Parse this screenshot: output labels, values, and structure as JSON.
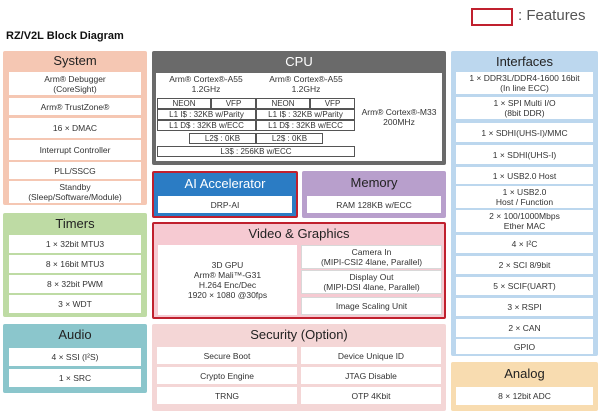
{
  "title": "RZ/V2L Block Diagram",
  "legend": {
    "label": ": Features",
    "color": "#c0202e"
  },
  "colors": {
    "system": "#f5c7b3",
    "timers": "#bedba4",
    "audio": "#8bc6cc",
    "cpu": "#6a6a6a",
    "ai": "#2b7cc4",
    "memory": "#b89fcc",
    "video": "#f6cad2",
    "security": "#f4d6d6",
    "interfaces": "#bcd7ee",
    "analog": "#f8dcb0"
  },
  "system": {
    "title": "System",
    "items": [
      [
        "Arm® Debugger",
        "(CoreSight)"
      ],
      [
        "Arm® TrustZone®"
      ],
      [
        "16 × DMAC"
      ],
      [
        "Interrupt Controller"
      ],
      [
        "PLL/SSCG"
      ],
      [
        "Standby",
        "(Sleep/Software/Module)"
      ]
    ]
  },
  "timers": {
    "title": "Timers",
    "items": [
      "1 × 32bit MTU3",
      "8 × 16bit MTU3",
      "8 × 32bit PWM",
      "3 × WDT"
    ]
  },
  "audio": {
    "title": "Audio",
    "items": [
      "4 × SSI (I²S)",
      "1 × SRC"
    ]
  },
  "cpu": {
    "title": "CPU",
    "a55_core_1": {
      "name": "Arm® Cortex®-A55",
      "freq": "1.2GHz",
      "neon": "NEON",
      "vfp": "VFP",
      "l1i": "L1 I$ : 32KB w/Parity",
      "l1d": "L1 D$ : 32KB w/ECC"
    },
    "a55_core_2": {
      "name": "Arm® Cortex®-A55",
      "freq": "1.2GHz",
      "neon": "NEON",
      "vfp": "VFP",
      "l1i": "L1 I$ : 32KB w/Parity",
      "l1d": "L1 D$ : 32KB w/ECC"
    },
    "l2_1": "L2$ : 0KB",
    "l2_2": "L2$ : 0KB",
    "l3": "L3$ : 256KB w/ECC",
    "m33": {
      "name": "Arm® Cortex®-M33",
      "freq": "200MHz"
    }
  },
  "ai": {
    "title": "AI Accelerator",
    "item": "DRP-AI"
  },
  "memory": {
    "title": "Memory",
    "item": "RAM 128KB w/ECC"
  },
  "video": {
    "title": "Video & Graphics",
    "gpu": [
      "3D GPU",
      "Arm® Mali™-G31",
      "H.264 Enc/Dec",
      "1920 × 1080 @30fps"
    ],
    "camera": [
      "Camera In",
      "(MIPI-CSI2 4lane, Parallel)"
    ],
    "display": [
      "Display Out",
      "(MIPI-DSI 4lane, Parallel)"
    ],
    "isu": "Image Scaling Unit"
  },
  "security": {
    "title": "Security (Option)",
    "left": [
      "Secure Boot",
      "Crypto Engine",
      "TRNG"
    ],
    "right": [
      "Device Unique ID",
      "JTAG Disable",
      "OTP 4Kbit"
    ]
  },
  "interfaces": {
    "title": "Interfaces",
    "items": [
      {
        "lines": [
          "1 × DDR3L/DDR4-1600 16bit",
          "(In line ECC)"
        ],
        "feature": true
      },
      {
        "lines": [
          "1 × SPI Multi I/O",
          "(8bit DDR)"
        ],
        "feature": true
      },
      {
        "lines": [
          "1 × SDHI(UHS-I)/MMC"
        ],
        "feature": true
      },
      {
        "lines": [
          "1 × SDHI(UHS-I)"
        ],
        "feature": true
      },
      {
        "lines": [
          "1 × USB2.0 Host"
        ],
        "feature": false
      },
      {
        "lines": [
          "1 × USB2.0",
          "Host / Function"
        ],
        "feature": false
      },
      {
        "lines": [
          "2 × 100/1000Mbps",
          "Ether MAC"
        ],
        "feature": true
      },
      {
        "lines": [
          "4 × I²C"
        ],
        "feature": false
      },
      {
        "lines": [
          "2 × SCI 8/9bit"
        ],
        "feature": false
      },
      {
        "lines": [
          "5 × SCIF(UART)"
        ],
        "feature": false
      },
      {
        "lines": [
          "3 × RSPI"
        ],
        "feature": false
      },
      {
        "lines": [
          "2 × CAN"
        ],
        "feature": false
      },
      {
        "lines": [
          "GPIO"
        ],
        "feature": false
      }
    ]
  },
  "analog": {
    "title": "Analog",
    "item": "8 × 12bit ADC"
  }
}
